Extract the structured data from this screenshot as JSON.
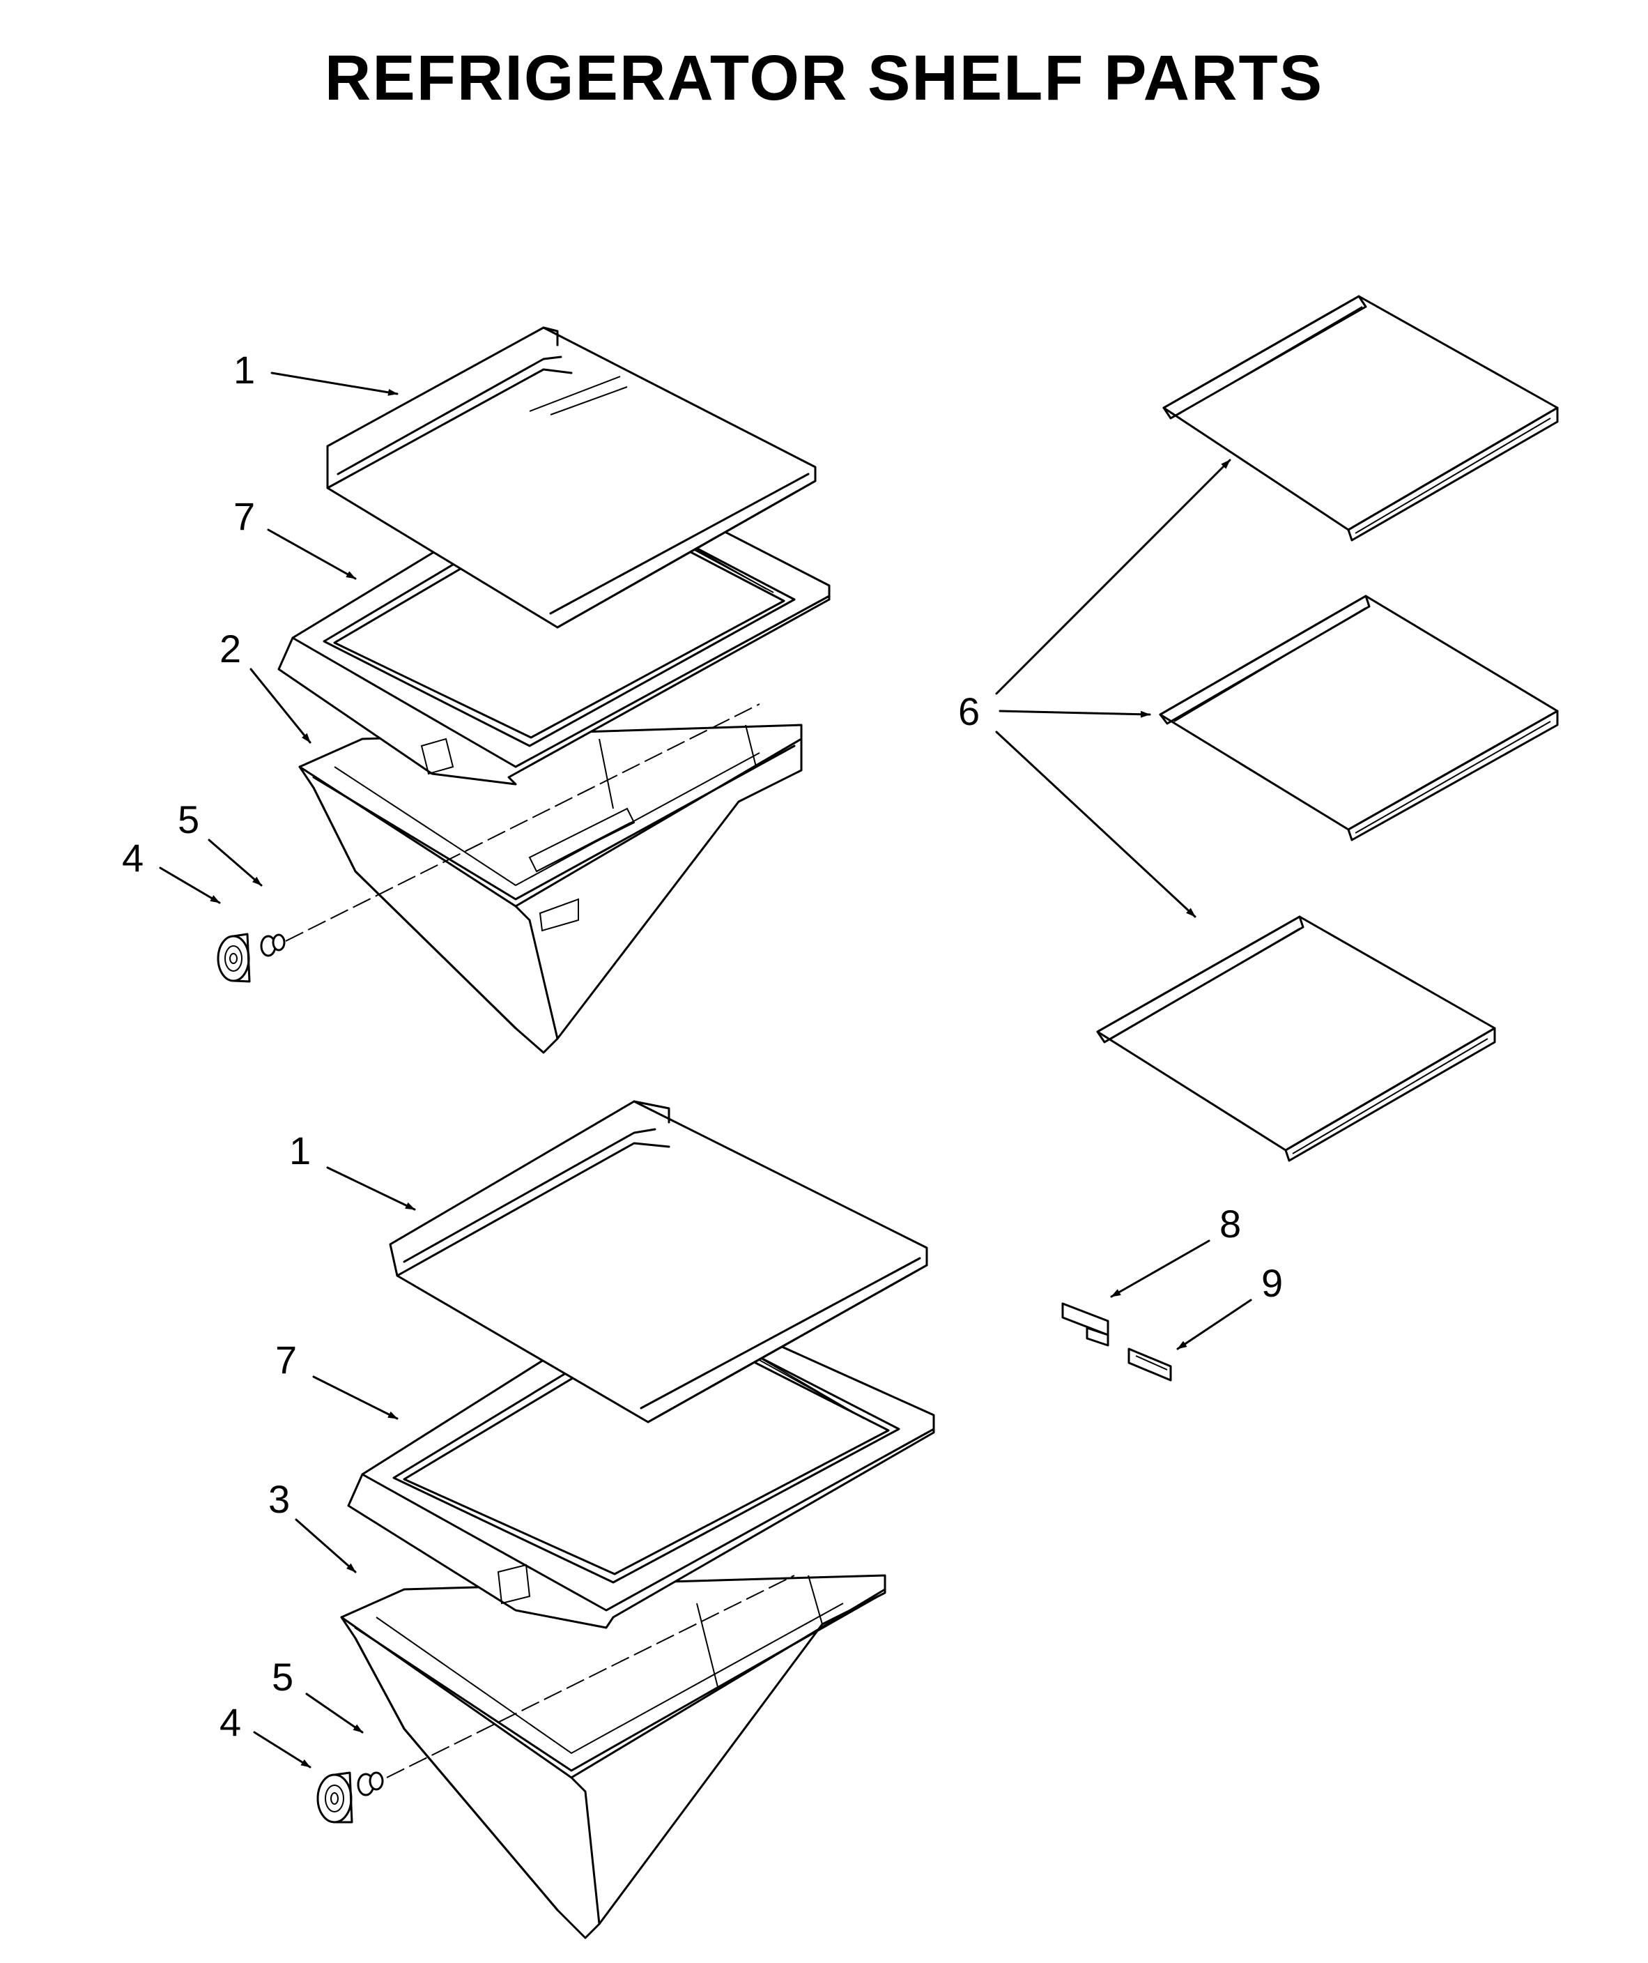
{
  "title": "REFRIGERATOR SHELF PARTS",
  "callouts": {
    "c1_top": "1",
    "c7_top": "7",
    "c2": "2",
    "c5_top": "5",
    "c4_top": "4",
    "c1_bottom": "1",
    "c7_bottom": "7",
    "c3": "3",
    "c5_bottom": "5",
    "c4_bottom": "4",
    "c6": "6",
    "c8": "8",
    "c9": "9"
  }
}
